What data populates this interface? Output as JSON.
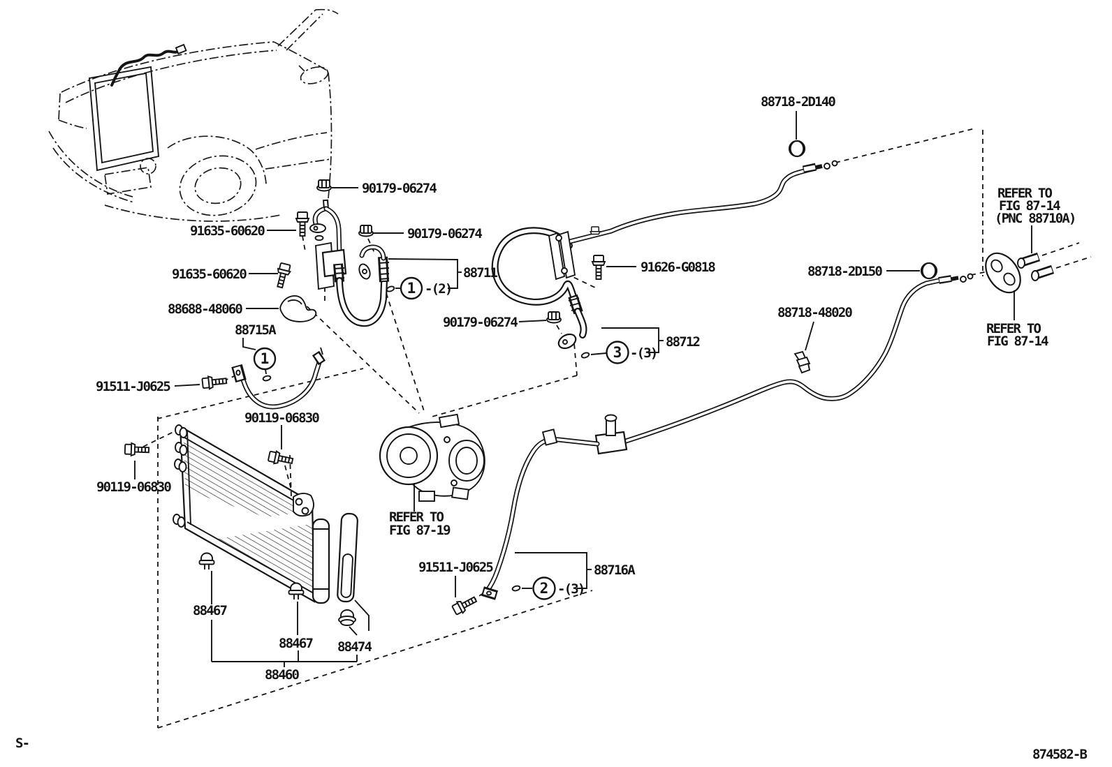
{
  "meta": {
    "sheet_prefix": "S-",
    "figure_number": "874582-B"
  },
  "parts": {
    "p90179": "90179-06274",
    "p91635": "91635-60620",
    "p88688": "88688-48060",
    "p88715a": "88715A",
    "p88711": "88711",
    "p88712": "88712",
    "p91626": "91626-G0818",
    "p91511": "91511-J0625",
    "p90119": "90119-06830",
    "p88467": "88467",
    "p88474": "88474",
    "p88460": "88460",
    "p88718_2d140": "88718-2D140",
    "p88718_2d150": "88718-2D150",
    "p88718_48020": "88718-48020",
    "p88716a": "88716A"
  },
  "callouts": {
    "n1": "1",
    "n2": "2",
    "n3": "3",
    "qty2": "-(2)",
    "qty3": "-(3)"
  },
  "references": {
    "compressor": [
      "REFER TO",
      "FIG 87-19"
    ],
    "rear_pipe_upper": [
      "REFER TO",
      "FIG 87-14",
      "(PNC 88710A)"
    ],
    "rear_pipe_lower": [
      "REFER TO",
      "FIG 87-14"
    ]
  },
  "colors": {
    "ink": "#151515",
    "background": "#ffffff"
  }
}
